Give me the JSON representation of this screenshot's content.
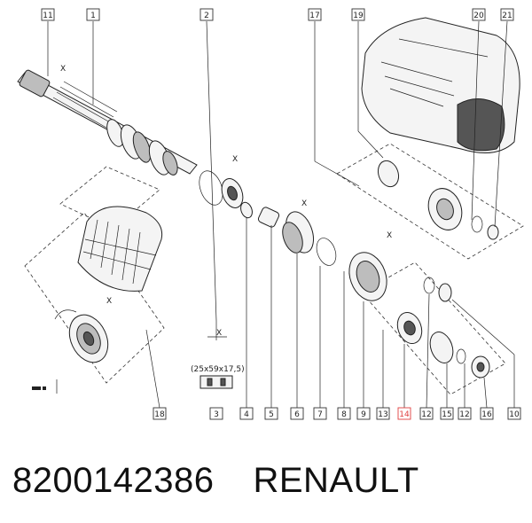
{
  "diagram": {
    "callouts": [
      "11",
      "1",
      "2",
      "17",
      "19",
      "20",
      "21",
      "3",
      "4",
      "5",
      "6",
      "7",
      "8",
      "9",
      "13",
      "14",
      "12",
      "15",
      "12",
      "16",
      "10",
      "18"
    ],
    "highlighted_callout": "14",
    "bearing_spec": "(25x59x17,5)",
    "dimension_marks": [
      "X",
      "X",
      "X",
      "X",
      "X",
      "X"
    ]
  },
  "caption": {
    "part_number": "8200142386",
    "brand": "RENAULT"
  },
  "colors": {
    "highlight": "#e04040",
    "line": "#222222"
  }
}
